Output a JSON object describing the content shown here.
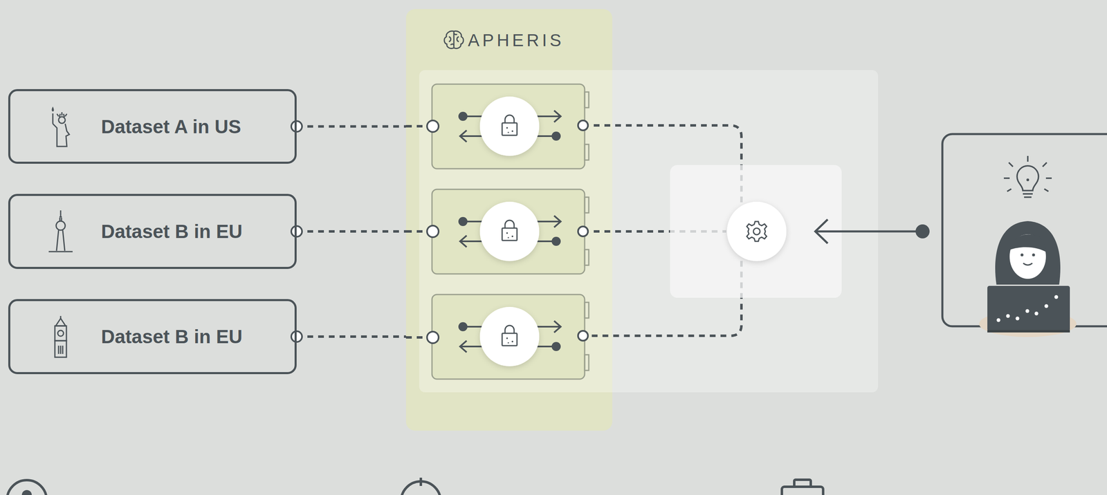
{
  "diagram": {
    "nodes": [
      {
        "text": [
          "Dataset A in US"
        ]
      },
      {
        "text": [
          "Dataset B in EU"
        ]
      },
      {
        "text": [
          "Dataset B in EU"
        ]
      },
      {
        "text": [
          "APHERIS"
        ]
      }
    ],
    "edges": [
      {
        "from": 0,
        "to": 3,
        "arrow": "none"
      },
      {
        "from": 1,
        "to": 3,
        "arrow": "none"
      },
      {
        "from": 2,
        "to": 3,
        "arrow": "none"
      }
    ]
  }
}
